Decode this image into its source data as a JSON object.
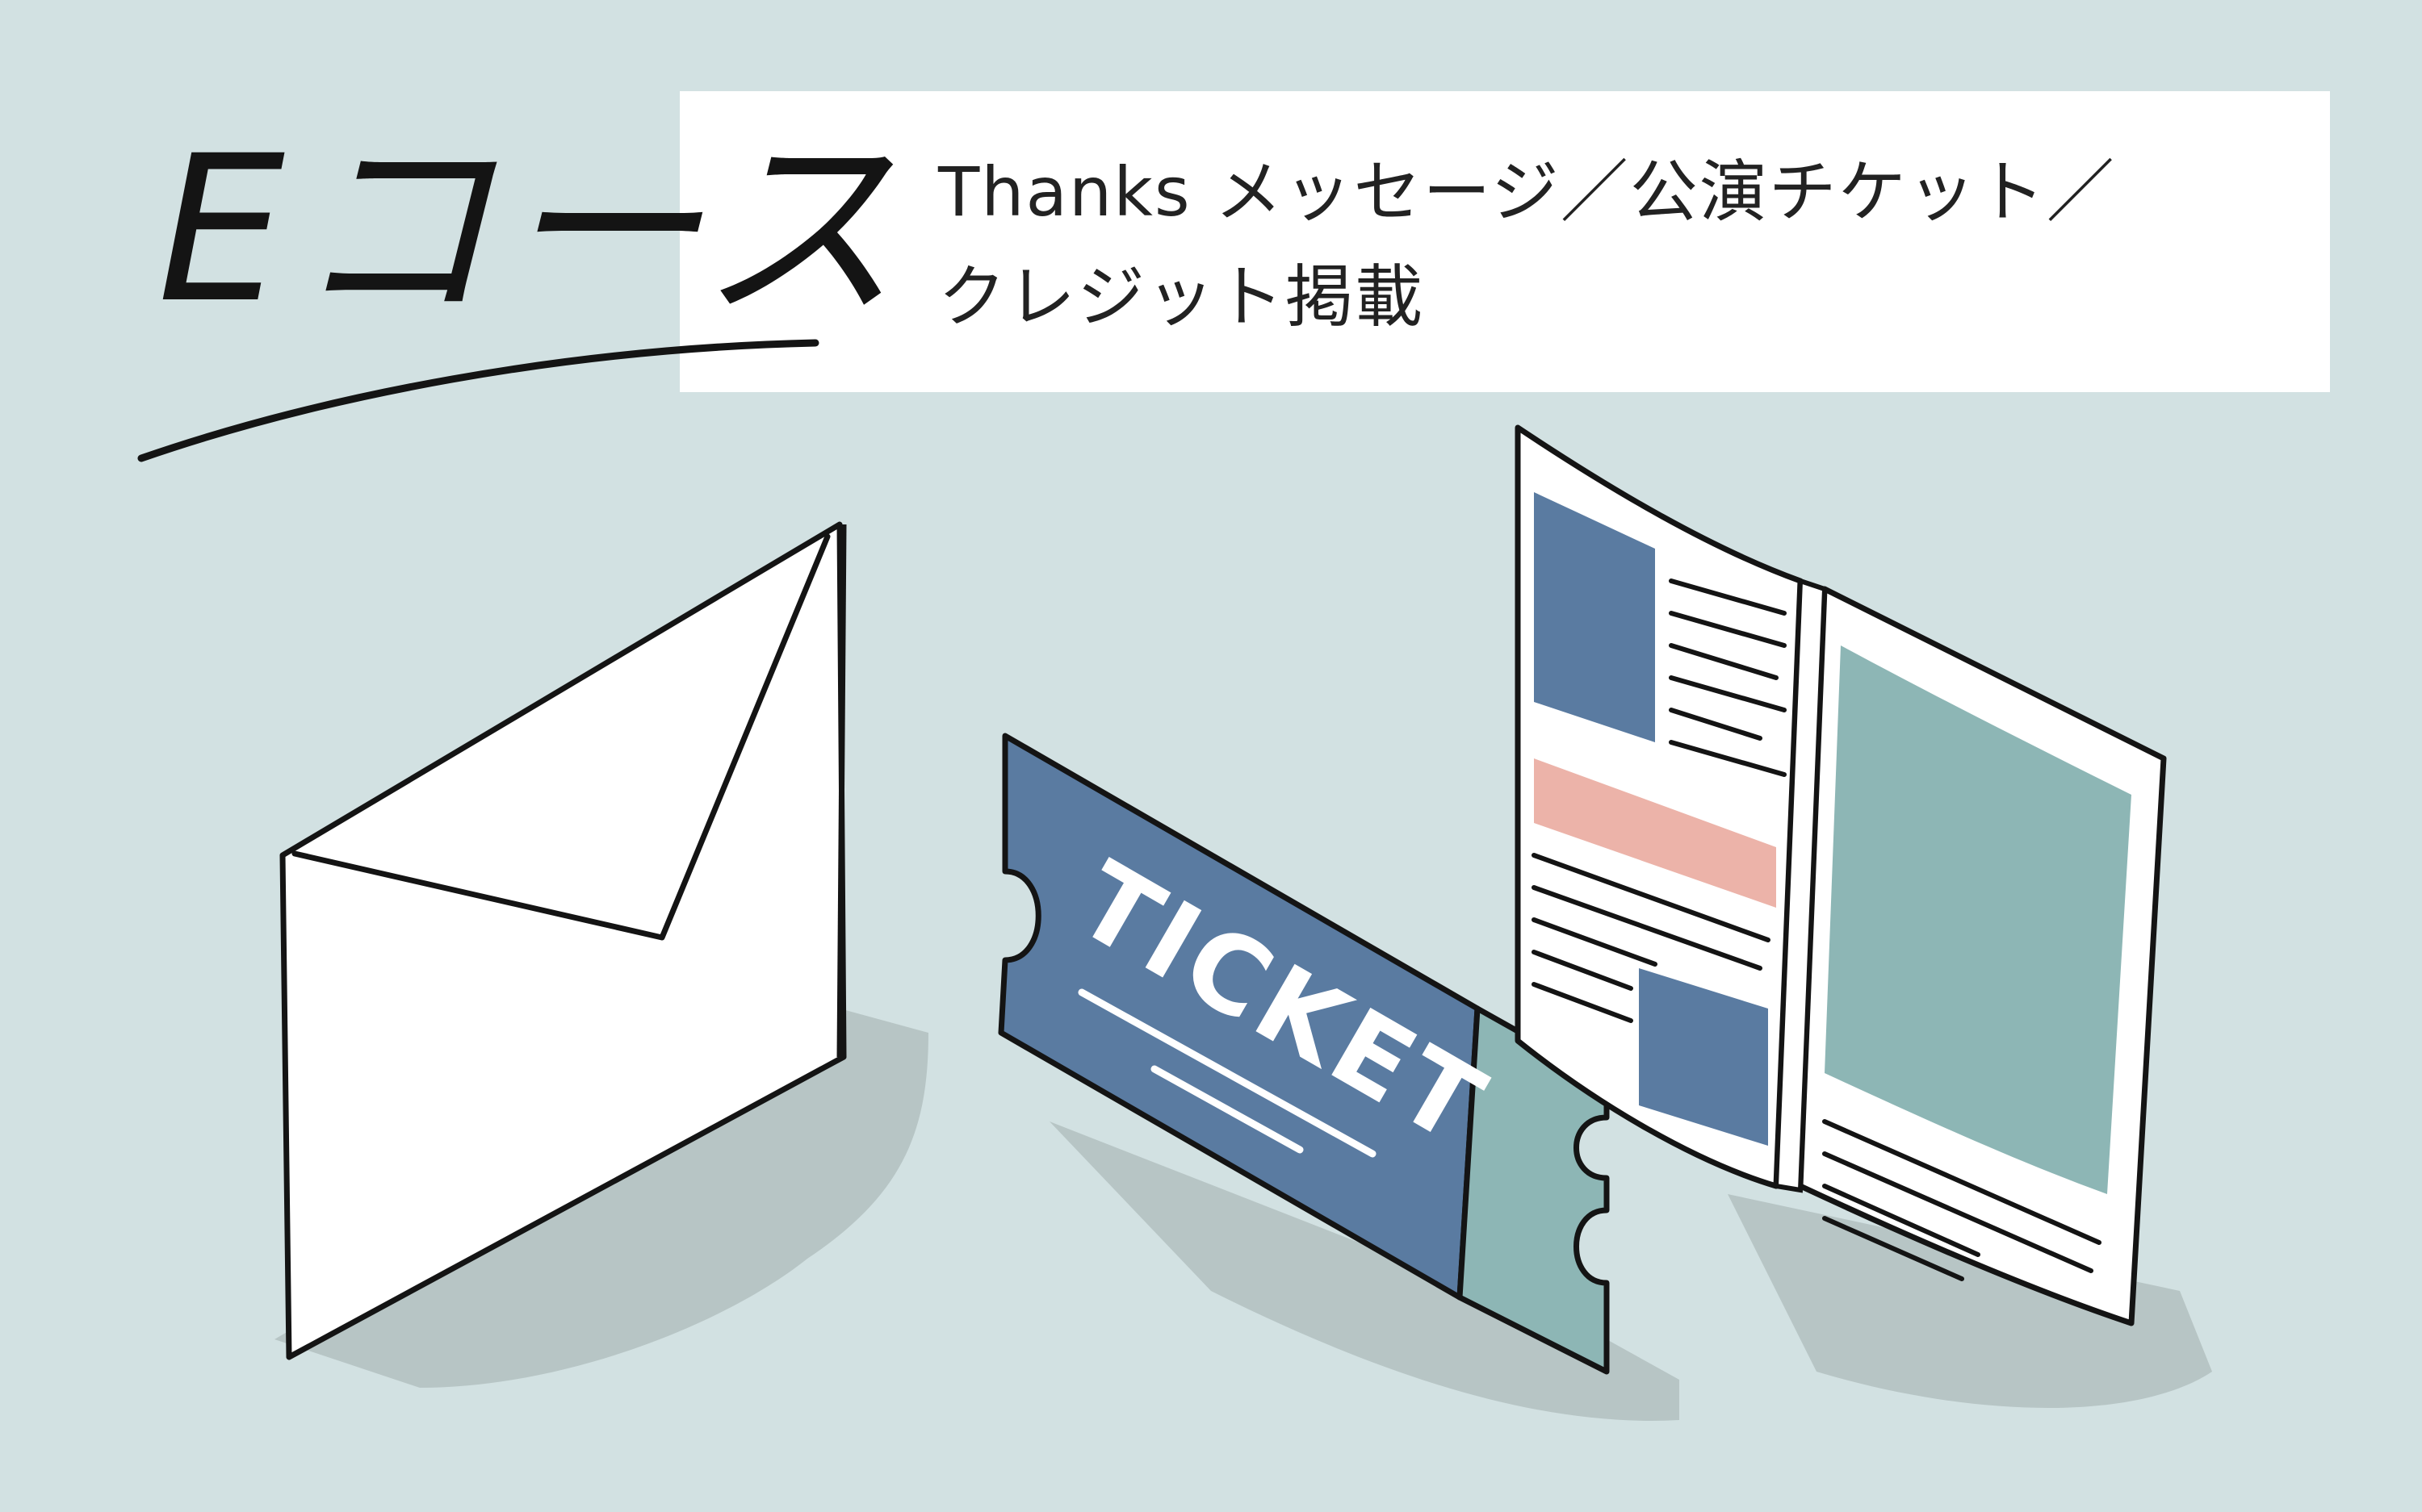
{
  "course": {
    "label": "Eコース"
  },
  "description": {
    "line1": "Thanks メッセージ／公演チケット／",
    "line2": "クレジット掲載"
  },
  "ticket": {
    "text": "TICKET"
  },
  "colors": {
    "background": "#d2e1e2",
    "ticket_blue": "#5a7ba1",
    "ticket_stub": "#8db6b5",
    "booklet_pink": "#ecb3a9",
    "shadow": "#b7c5c5"
  },
  "icons": [
    "envelope-icon",
    "ticket-icon",
    "booklet-icon"
  ]
}
